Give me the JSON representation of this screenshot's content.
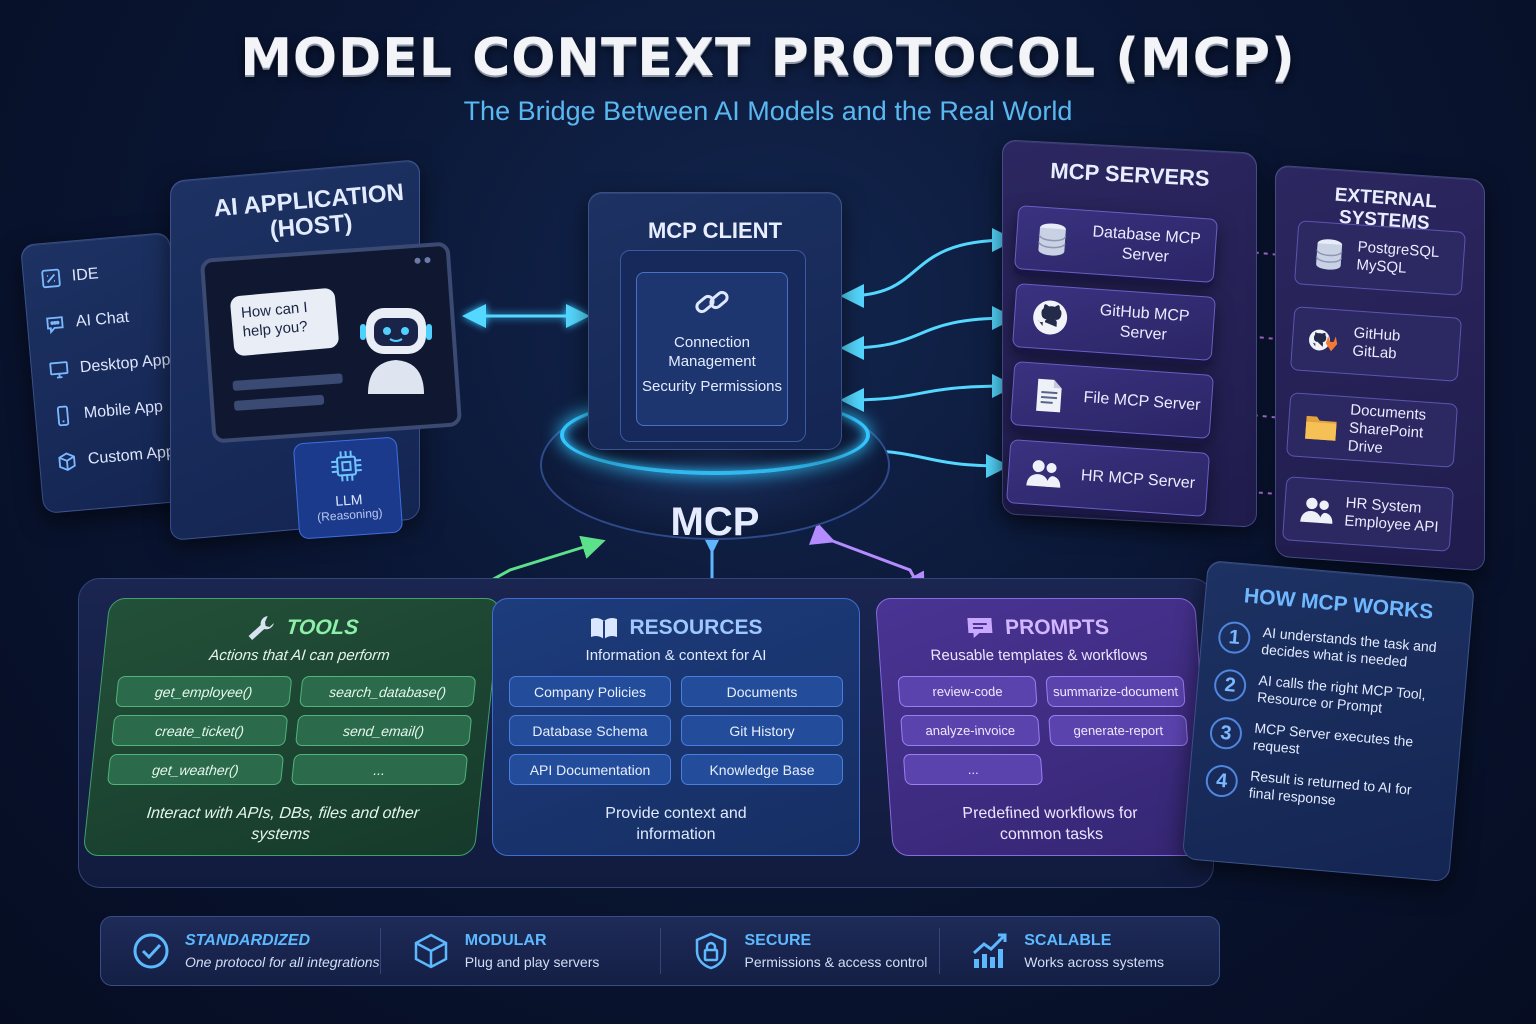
{
  "header": {
    "title": "MODEL CONTEXT PROTOCOL (MCP)",
    "subtitle": "The Bridge Between AI Models and the Real World"
  },
  "sidebar": {
    "items": [
      {
        "label": "IDE",
        "icon": "code-icon"
      },
      {
        "label": "AI Chat",
        "icon": "chat-icon"
      },
      {
        "label": "Desktop App",
        "icon": "monitor-icon"
      },
      {
        "label": "Mobile App",
        "icon": "phone-icon"
      },
      {
        "label": "Custom App",
        "icon": "cube-icon"
      }
    ]
  },
  "host": {
    "title": "AI APPLICATION (HOST)",
    "chat_bubble": "How can I help you?",
    "llm_label": "LLM",
    "llm_sub": "(Reasoning)"
  },
  "client": {
    "title": "MCP CLIENT",
    "line1": "Connection Management",
    "line2": "Security Permissions",
    "hub_label": "MCP"
  },
  "servers": {
    "title": "MCP SERVERS",
    "items": [
      {
        "label": "Database MCP Server",
        "icon": "database-icon"
      },
      {
        "label": "GitHub MCP Server",
        "icon": "github-icon"
      },
      {
        "label": "File MCP Server",
        "icon": "file-icon"
      },
      {
        "label": "HR MCP Server",
        "icon": "people-icon"
      }
    ]
  },
  "external": {
    "title": "EXTERNAL SYSTEMS",
    "items": [
      {
        "label": "PostgreSQL MySQL",
        "icon": "database-icon"
      },
      {
        "label": "GitHub GitLab",
        "icon": "github-gitlab-icon"
      },
      {
        "label": "Documents SharePoint Drive",
        "icon": "folder-icon"
      },
      {
        "label": "HR System Employee API",
        "icon": "people-icon"
      }
    ]
  },
  "tools": {
    "title": "TOOLS",
    "subtitle": "Actions that AI can perform",
    "chips": [
      "get_employee()",
      "search_database()",
      "create_ticket()",
      "send_email()",
      "get_weather()",
      "..."
    ],
    "footer": "Interact with APIs, DBs, files and other systems"
  },
  "resources": {
    "title": "RESOURCES",
    "subtitle": "Information & context for AI",
    "chips": [
      "Company Policies",
      "Documents",
      "Database Schema",
      "Git History",
      "API Documentation",
      "Knowledge Base"
    ],
    "footer": "Provide context and information"
  },
  "prompts": {
    "title": "PROMPTS",
    "subtitle": "Reusable templates & workflows",
    "chips": [
      "review-code",
      "summarize-document",
      "analyze-invoice",
      "generate-report",
      "..."
    ],
    "footer": "Predefined workflows for common tasks"
  },
  "how": {
    "title": "HOW MCP WORKS",
    "steps": [
      {
        "num": "1",
        "text": "AI understands the task and decides what is needed"
      },
      {
        "num": "2",
        "text": "AI calls the right MCP Tool, Resource or Prompt"
      },
      {
        "num": "3",
        "text": "MCP Server executes the request"
      },
      {
        "num": "4",
        "text": "Result is returned to AI for final response"
      }
    ]
  },
  "features": [
    {
      "title": "STANDARDIZED",
      "subtitle": "One protocol for all integrations",
      "icon": "check-circle-icon"
    },
    {
      "title": "MODULAR",
      "subtitle": "Plug and play servers",
      "icon": "box-icon"
    },
    {
      "title": "SECURE",
      "subtitle": "Permissions & access control",
      "icon": "shield-lock-icon"
    },
    {
      "title": "SCALABLE",
      "subtitle": "Works across systems",
      "icon": "growth-chart-icon"
    }
  ],
  "colors": {
    "accent_cyan": "#33c6ff",
    "tools_green": "#8cf0a8",
    "resources_blue": "#9fc8ff",
    "prompts_purple": "#d2b6ff",
    "feature_blue": "#5cb8ff"
  }
}
